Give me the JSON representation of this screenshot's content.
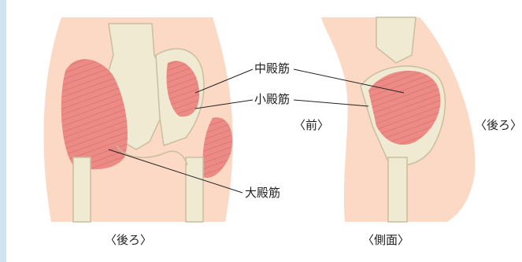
{
  "labels": {
    "gluteus_medius": "中殿筋",
    "gluteus_minimus": "小殿筋",
    "gluteus_maximus": "大殿筋",
    "front": "〈前〉",
    "back_right": "〈後ろ〉",
    "back_caption": "〈後ろ〉",
    "side_caption": "〈側面〉"
  },
  "colors": {
    "skin": "#fbd9c4",
    "bone": "#f0ead3",
    "bone_outline": "#c9bea0",
    "muscle": "#ec8a85",
    "muscle_stripe": "#c95f5b",
    "leader_line": "#222222",
    "frame_left": "#cfe3f3"
  }
}
